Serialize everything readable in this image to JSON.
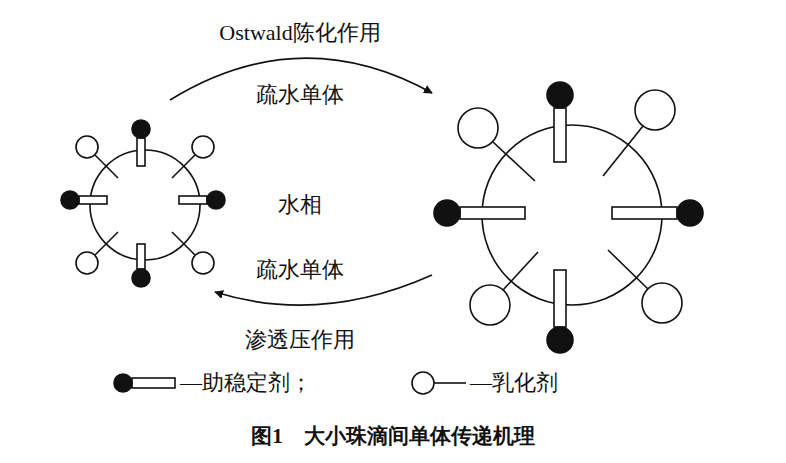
{
  "diagram": {
    "caption": "图1　大小珠滴间单体传递机理",
    "labels": [
      "Ostwald陈化作用",
      "疏水单体",
      "水相",
      "疏水单体",
      "渗透压作用"
    ],
    "legend": [
      {
        "text": "—助稳定剂；"
      },
      {
        "text": "—乳化剂"
      }
    ]
  }
}
